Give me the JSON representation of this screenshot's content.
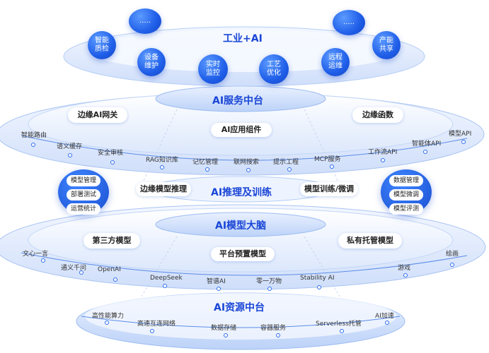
{
  "top": {
    "title": "工业+AI",
    "circles": [
      "智能质检",
      "设备维护",
      "实时监控",
      "工艺优化",
      "远程运维",
      "产能共享"
    ],
    "more_left": ".....",
    "more_right": "....."
  },
  "service_hub": {
    "title": "AI服务中台",
    "left_tag": "边缘AI网关",
    "right_tag": "边缘函数",
    "center_tag": "AI应用组件",
    "items": [
      "智能路由",
      "语义缓存",
      "安全审核",
      "RAG知识库",
      "记忆管理",
      "联网搜索",
      "提示工程",
      "MCP服务",
      "工作流API",
      "智能体API",
      "模型API"
    ]
  },
  "inference": {
    "title": "AI推理及训练",
    "left_tag": "边缘模型推理",
    "right_tag": "模型训练/微调",
    "left_box": [
      "模型管理",
      "部署测试",
      "运营统计"
    ],
    "right_box": [
      "数据管理",
      "模型微调",
      "模型评测"
    ]
  },
  "model_brain": {
    "title": "AI模型大脑",
    "left_tag": "第三方模型",
    "right_tag": "私有托管模型",
    "center_tag": "平台预置模型",
    "items": [
      "文心一言",
      "通义千问",
      "OpenAI",
      "DeepSeek",
      "智谱AI",
      "零一万物",
      "Stability AI",
      "游戏",
      "绘画"
    ]
  },
  "resource_hub": {
    "title": "AI资源中台",
    "items": [
      "高性能算力",
      "高速互连网络",
      "数据存储",
      "容器服务",
      "Serverless托管",
      "AI加速"
    ]
  }
}
